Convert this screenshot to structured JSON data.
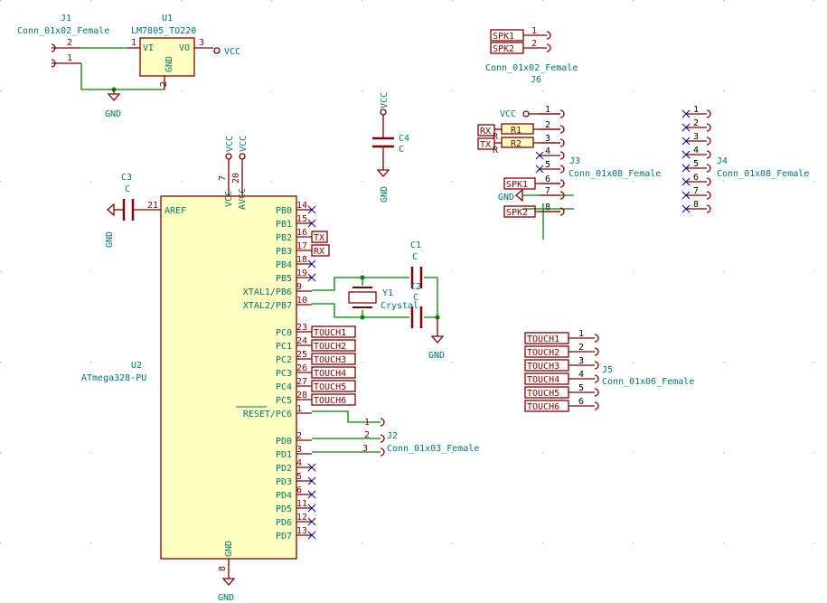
{
  "J1": {
    "ref": "J1",
    "value": "Conn_01x02_Female",
    "pins": [
      "2",
      "1"
    ]
  },
  "U1": {
    "ref": "U1",
    "value": "LM7805_TO220",
    "vi": "VI",
    "vo": "VO",
    "gnd": "GND",
    "pin1": "1",
    "pin2": "2",
    "pin3": "3"
  },
  "power": {
    "vcc": "VCC",
    "gnd": "GND"
  },
  "J6": {
    "ref": "J6",
    "value": "Conn_01x02_Female",
    "labels": [
      "SPK1",
      "SPK2"
    ],
    "pins": [
      "1",
      "2"
    ]
  },
  "C4": {
    "ref": "C4",
    "value": "C"
  },
  "C3": {
    "ref": "C3",
    "value": "C",
    "pin": "21"
  },
  "C1": {
    "ref": "C1",
    "value": "C"
  },
  "C2": {
    "ref": "C2",
    "value": "C"
  },
  "Y1": {
    "ref": "Y1",
    "value": "Crystal"
  },
  "U2": {
    "ref": "U2",
    "value": "ATmega328-PU",
    "aref": "AREF",
    "vcc": "VCC",
    "avcc": "AVCC",
    "gnd": "GND",
    "top_pins": [
      "7",
      "20"
    ],
    "gnd_pin": "8",
    "right_pins": [
      {
        "name": "PB0",
        "num": "14"
      },
      {
        "name": "PB1",
        "num": "15"
      },
      {
        "name": "PB2",
        "num": "16"
      },
      {
        "name": "PB3",
        "num": "17"
      },
      {
        "name": "PB4",
        "num": "18"
      },
      {
        "name": "PB5",
        "num": "19"
      },
      {
        "name": "XTAL1/PB6",
        "num": "9"
      },
      {
        "name": "XTAL2/PB7",
        "num": "10"
      },
      {
        "name": "PC0",
        "num": "23"
      },
      {
        "name": "PC1",
        "num": "24"
      },
      {
        "name": "PC2",
        "num": "25"
      },
      {
        "name": "PC3",
        "num": "26"
      },
      {
        "name": "PC4",
        "num": "27"
      },
      {
        "name": "PC5",
        "num": "28"
      },
      {
        "name": "RESET/PC6",
        "num": "1"
      },
      {
        "name": "PD0",
        "num": "2"
      },
      {
        "name": "PD1",
        "num": "3"
      },
      {
        "name": "PD2",
        "num": "4"
      },
      {
        "name": "PD3",
        "num": "5"
      },
      {
        "name": "PD4",
        "num": "6"
      },
      {
        "name": "PD5",
        "num": "11"
      },
      {
        "name": "PD6",
        "num": "12"
      },
      {
        "name": "PD7",
        "num": "13"
      }
    ]
  },
  "net_labels": {
    "tx": "TX",
    "rx": "RX",
    "touch": [
      "TOUCH1",
      "TOUCH2",
      "TOUCH3",
      "TOUCH4",
      "TOUCH5",
      "TOUCH6"
    ]
  },
  "J2": {
    "ref": "J2",
    "value": "Conn_01x03_Female",
    "pins": [
      "1",
      "2",
      "3"
    ]
  },
  "J3": {
    "ref": "J3",
    "value": "Conn_01x08_Female",
    "pins": [
      "1",
      "2",
      "3",
      "4",
      "5",
      "6",
      "7",
      "8"
    ]
  },
  "J3_labels": {
    "vcc": "VCC",
    "rx": "RX",
    "tx": "TX",
    "r1": "R1",
    "r2": "R2",
    "r": "R",
    "spk1": "SPK1",
    "gnd": "GND",
    "spk2": "SPK2"
  },
  "J4": {
    "ref": "J4",
    "value": "Conn_01x08_Female",
    "pins": [
      "1",
      "2",
      "3",
      "4",
      "5",
      "6",
      "7",
      "8"
    ]
  },
  "J5": {
    "ref": "J5",
    "value": "Conn_01x06_Female",
    "pins": [
      "1",
      "2",
      "3",
      "4",
      "5",
      "6"
    ]
  }
}
